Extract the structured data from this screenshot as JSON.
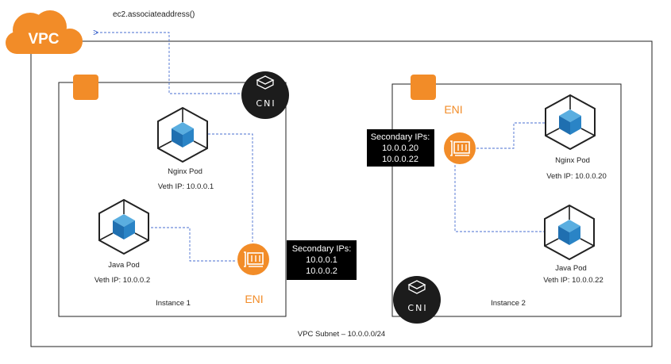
{
  "api_call": "ec2.associateaddress()",
  "vpc_label": "VPC",
  "subnet_label": "VPC Subnet – 10.0.0.0/24",
  "instance1": {
    "label": "Instance 1",
    "cni_label": "CNI",
    "eni_label": "ENI",
    "secondary_ips": {
      "title": "Secondary IPs:",
      "ips": [
        "10.0.0.1",
        "10.0.0.2"
      ]
    },
    "nginx_pod": {
      "name": "Nginx Pod",
      "veth": "Veth IP: 10.0.0.1"
    },
    "java_pod": {
      "name": "Java Pod",
      "veth": "Veth IP: 10.0.0.2"
    }
  },
  "instance2": {
    "label": "Instance 2",
    "cni_label": "CNI",
    "eni_label": "ENI",
    "secondary_ips": {
      "title": "Secondary IPs:",
      "ips": [
        "10.0.0.20",
        "10.0.0.22"
      ]
    },
    "nginx_pod": {
      "name": "Nginx Pod",
      "veth": "Veth IP: 10.0.0.20"
    },
    "java_pod": {
      "name": "Java Pod",
      "veth": "Veth IP: 10.0.0.22"
    }
  },
  "colors": {
    "aws_orange": "#f28c28",
    "pod_blue": "#2a84c6",
    "connector_blue": "#4a6fd0",
    "cni_badge": "#1c1c1c"
  },
  "icons": {
    "vpc": "cloud-icon",
    "pod": "cube-icon",
    "eni": "network-card-icon",
    "cni": "cni-logo-icon",
    "instance": "orange-square-icon"
  }
}
